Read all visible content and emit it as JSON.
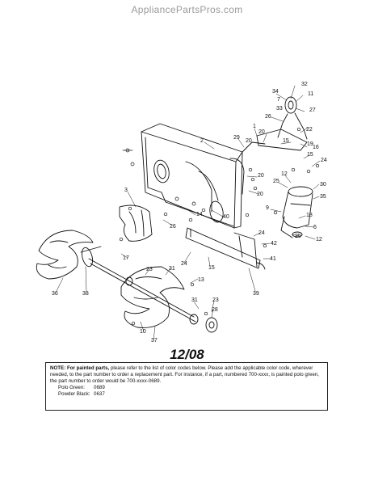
{
  "site": {
    "watermark": "AppliancePartsPros.com"
  },
  "callouts": [
    {
      "n": "32"
    },
    {
      "n": "34"
    },
    {
      "n": "7"
    },
    {
      "n": "11"
    },
    {
      "n": "27"
    },
    {
      "n": "33"
    },
    {
      "n": "26"
    },
    {
      "n": "22"
    },
    {
      "n": "2"
    },
    {
      "n": "1"
    },
    {
      "n": "20"
    },
    {
      "n": "29"
    },
    {
      "n": "20"
    },
    {
      "n": "15"
    },
    {
      "n": "19"
    },
    {
      "n": "16"
    },
    {
      "n": "15"
    },
    {
      "n": "24"
    },
    {
      "n": "12"
    },
    {
      "n": "25"
    },
    {
      "n": "30"
    },
    {
      "n": "35"
    },
    {
      "n": "20"
    },
    {
      "n": "20"
    },
    {
      "n": "9"
    },
    {
      "n": "18"
    },
    {
      "n": "6"
    },
    {
      "n": "25"
    },
    {
      "n": "12"
    },
    {
      "n": "3"
    },
    {
      "n": "14"
    },
    {
      "n": "40"
    },
    {
      "n": "26"
    },
    {
      "n": "24"
    },
    {
      "n": "42"
    },
    {
      "n": "17"
    },
    {
      "n": "24"
    },
    {
      "n": "15"
    },
    {
      "n": "41"
    },
    {
      "n": "23"
    },
    {
      "n": "31"
    },
    {
      "n": "36"
    },
    {
      "n": "38"
    },
    {
      "n": "13"
    },
    {
      "n": "39"
    },
    {
      "n": "31"
    },
    {
      "n": "23"
    },
    {
      "n": "28"
    },
    {
      "n": "10"
    },
    {
      "n": "37"
    }
  ],
  "date_code": "12/08",
  "note": {
    "label": "NOTE: For painted parts,",
    "text": " please refer to the list of color codes below. Please add the applicable color code, wherever needed, to the part number to order a replacement part. For instance, if a part, numbered 700-xxxx, is painted polo green, the part number to order would be 700-xxxx-0689.",
    "colors": [
      {
        "name": "Polo Green:",
        "code": "0689"
      },
      {
        "name": "Powder Black:",
        "code": "0637"
      }
    ]
  }
}
